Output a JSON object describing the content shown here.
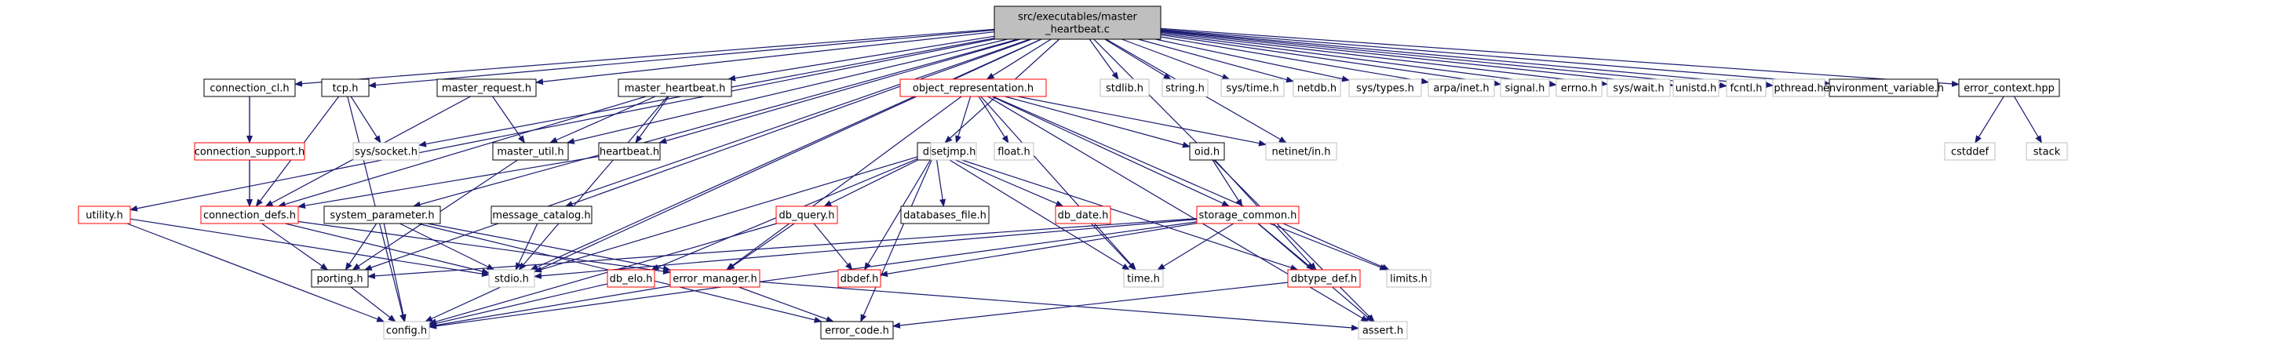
{
  "colors": {
    "edge": "#191970",
    "border_black": "#000000",
    "border_red": "#ff0000",
    "border_gray": "#bfbfbf",
    "root_fill": "#bfbfbf",
    "text_normal": "#000000",
    "text_gray": "#808080"
  },
  "nodes": {
    "root": {
      "lines": [
        "src/executables/master",
        "_heartbeat.c"
      ],
      "style": "root"
    },
    "connection_cl": {
      "lines": [
        "connection_cl.h"
      ],
      "style": "black"
    },
    "tcp": {
      "lines": [
        "tcp.h"
      ],
      "style": "black"
    },
    "master_request": {
      "lines": [
        "master_request.h"
      ],
      "style": "black"
    },
    "master_heartbeat": {
      "lines": [
        "master_heartbeat.h"
      ],
      "style": "black"
    },
    "object_representation": {
      "lines": [
        "object_representation.h"
      ],
      "style": "red"
    },
    "stdlib": {
      "lines": [
        "stdlib.h"
      ],
      "style": "gray"
    },
    "string": {
      "lines": [
        "string.h"
      ],
      "style": "gray"
    },
    "sys_time": {
      "lines": [
        "sys/time.h"
      ],
      "style": "gray"
    },
    "netdb": {
      "lines": [
        "netdb.h"
      ],
      "style": "gray"
    },
    "sys_types": {
      "lines": [
        "sys/types.h"
      ],
      "style": "gray"
    },
    "arpa_inet": {
      "lines": [
        "arpa/inet.h"
      ],
      "style": "gray"
    },
    "signal": {
      "lines": [
        "signal.h"
      ],
      "style": "gray"
    },
    "errno": {
      "lines": [
        "errno.h"
      ],
      "style": "gray"
    },
    "sys_wait": {
      "lines": [
        "sys/wait.h"
      ],
      "style": "gray"
    },
    "unistd": {
      "lines": [
        "unistd.h"
      ],
      "style": "gray"
    },
    "fcntl": {
      "lines": [
        "fcntl.h"
      ],
      "style": "gray"
    },
    "pthread": {
      "lines": [
        "pthread.h"
      ],
      "style": "gray"
    },
    "environment_variable": {
      "lines": [
        "environment_variable.h"
      ],
      "style": "black"
    },
    "error_context": {
      "lines": [
        "error_context.hpp"
      ],
      "style": "black"
    },
    "connection_support": {
      "lines": [
        "connection_support.h"
      ],
      "style": "red"
    },
    "sys_socket": {
      "lines": [
        "sys/socket.h"
      ],
      "style": "gray"
    },
    "master_util": {
      "lines": [
        "master_util.h"
      ],
      "style": "black"
    },
    "heartbeat": {
      "lines": [
        "heartbeat.h"
      ],
      "style": "black"
    },
    "dbi": {
      "lines": [
        "dbi.h"
      ],
      "style": "black"
    },
    "setjmp": {
      "lines": [
        "setjmp.h"
      ],
      "style": "gray"
    },
    "float": {
      "lines": [
        "float.h"
      ],
      "style": "gray"
    },
    "oid": {
      "lines": [
        "oid.h"
      ],
      "style": "black"
    },
    "netinet_in": {
      "lines": [
        "netinet/in.h"
      ],
      "style": "gray"
    },
    "cstddef": {
      "lines": [
        "cstddef"
      ],
      "style": "gray"
    },
    "stack": {
      "lines": [
        "stack"
      ],
      "style": "gray"
    },
    "utility": {
      "lines": [
        "utility.h"
      ],
      "style": "red"
    },
    "connection_defs": {
      "lines": [
        "connection_defs.h"
      ],
      "style": "red"
    },
    "system_parameter": {
      "lines": [
        "system_parameter.h"
      ],
      "style": "black"
    },
    "message_catalog": {
      "lines": [
        "message_catalog.h"
      ],
      "style": "black"
    },
    "db_query": {
      "lines": [
        "db_query.h"
      ],
      "style": "red"
    },
    "databases_file": {
      "lines": [
        "databases_file.h"
      ],
      "style": "black"
    },
    "db_date": {
      "lines": [
        "db_date.h"
      ],
      "style": "red"
    },
    "storage_common": {
      "lines": [
        "storage_common.h"
      ],
      "style": "red"
    },
    "stdio": {
      "lines": [
        "stdio.h"
      ],
      "style": "gray"
    },
    "db_elo": {
      "lines": [
        "db_elo.h"
      ],
      "style": "red"
    },
    "error_manager": {
      "lines": [
        "error_manager.h"
      ],
      "style": "red"
    },
    "dbdef": {
      "lines": [
        "dbdef.h"
      ],
      "style": "red"
    },
    "time": {
      "lines": [
        "time.h"
      ],
      "style": "gray"
    },
    "dbtype_def": {
      "lines": [
        "dbtype_def.h"
      ],
      "style": "red"
    },
    "limits": {
      "lines": [
        "limits.h"
      ],
      "style": "gray"
    },
    "porting": {
      "lines": [
        "porting.h"
      ],
      "style": "black"
    },
    "config": {
      "lines": [
        "config.h"
      ],
      "style": "gray"
    },
    "error_code": {
      "lines": [
        "error_code.h"
      ],
      "style": "black"
    },
    "assert": {
      "lines": [
        "assert.h"
      ],
      "style": "gray"
    }
  },
  "edges": [
    [
      "root",
      "connection_cl"
    ],
    [
      "root",
      "tcp"
    ],
    [
      "root",
      "master_request"
    ],
    [
      "root",
      "master_heartbeat"
    ],
    [
      "root",
      "object_representation"
    ],
    [
      "root",
      "stdlib"
    ],
    [
      "root",
      "string"
    ],
    [
      "root",
      "sys_time"
    ],
    [
      "root",
      "netdb"
    ],
    [
      "root",
      "sys_types"
    ],
    [
      "root",
      "arpa_inet"
    ],
    [
      "root",
      "signal"
    ],
    [
      "root",
      "errno"
    ],
    [
      "root",
      "sys_wait"
    ],
    [
      "root",
      "unistd"
    ],
    [
      "root",
      "fcntl"
    ],
    [
      "root",
      "pthread"
    ],
    [
      "root",
      "environment_variable"
    ],
    [
      "root",
      "error_context"
    ],
    [
      "root",
      "utility"
    ],
    [
      "root",
      "config"
    ],
    [
      "root",
      "porting"
    ],
    [
      "root",
      "sys_socket"
    ],
    [
      "root",
      "master_util"
    ],
    [
      "root",
      "heartbeat"
    ],
    [
      "root",
      "dbi"
    ],
    [
      "root",
      "system_parameter"
    ],
    [
      "root",
      "message_catalog"
    ],
    [
      "root",
      "netinet_in"
    ],
    [
      "root",
      "assert"
    ],
    [
      "root",
      "stdio"
    ],
    [
      "connection_cl",
      "connection_support"
    ],
    [
      "connection_cl",
      "connection_defs"
    ],
    [
      "connection_support",
      "connection_defs"
    ],
    [
      "tcp",
      "sys_socket"
    ],
    [
      "tcp",
      "connection_defs"
    ],
    [
      "tcp",
      "config"
    ],
    [
      "master_request",
      "master_util"
    ],
    [
      "master_request",
      "connection_defs"
    ],
    [
      "master_heartbeat",
      "master_util"
    ],
    [
      "master_heartbeat",
      "heartbeat"
    ],
    [
      "master_heartbeat",
      "connection_defs"
    ],
    [
      "master_heartbeat",
      "stdio"
    ],
    [
      "master_util",
      "porting"
    ],
    [
      "heartbeat",
      "connection_defs"
    ],
    [
      "object_representation",
      "setjmp"
    ],
    [
      "object_representation",
      "float"
    ],
    [
      "object_representation",
      "oid"
    ],
    [
      "object_representation",
      "netinet_in"
    ],
    [
      "object_representation",
      "time"
    ],
    [
      "object_representation",
      "error_manager"
    ],
    [
      "object_representation",
      "storage_common"
    ],
    [
      "object_representation",
      "limits"
    ],
    [
      "object_representation",
      "assert"
    ],
    [
      "dbi",
      "db_query"
    ],
    [
      "dbi",
      "databases_file"
    ],
    [
      "dbi",
      "db_date"
    ],
    [
      "dbi",
      "dbdef"
    ],
    [
      "dbi",
      "time"
    ],
    [
      "dbi",
      "stdio"
    ],
    [
      "dbi",
      "db_elo"
    ],
    [
      "dbi",
      "dbtype_def"
    ],
    [
      "dbi",
      "error_code"
    ],
    [
      "oid",
      "storage_common"
    ],
    [
      "oid",
      "dbtype_def"
    ],
    [
      "error_context",
      "cstddef"
    ],
    [
      "error_context",
      "stack"
    ],
    [
      "utility",
      "config"
    ],
    [
      "utility",
      "stdio"
    ],
    [
      "connection_defs",
      "porting"
    ],
    [
      "connection_defs",
      "stdio"
    ],
    [
      "connection_defs",
      "error_manager"
    ],
    [
      "system_parameter",
      "porting"
    ],
    [
      "system_parameter",
      "stdio"
    ],
    [
      "system_parameter",
      "error_manager"
    ],
    [
      "system_parameter",
      "config"
    ],
    [
      "system_parameter",
      "error_code"
    ],
    [
      "message_catalog",
      "stdio"
    ],
    [
      "db_query",
      "error_manager"
    ],
    [
      "db_query",
      "dbdef"
    ],
    [
      "db_query",
      "config"
    ],
    [
      "db_date",
      "time"
    ],
    [
      "storage_common",
      "porting"
    ],
    [
      "storage_common",
      "stdio"
    ],
    [
      "storage_common",
      "dbdef"
    ],
    [
      "storage_common",
      "time"
    ],
    [
      "storage_common",
      "dbtype_def"
    ],
    [
      "storage_common",
      "limits"
    ],
    [
      "storage_common",
      "config"
    ],
    [
      "storage_common",
      "assert"
    ],
    [
      "porting",
      "config"
    ],
    [
      "db_elo",
      "config"
    ],
    [
      "error_manager",
      "config"
    ],
    [
      "error_manager",
      "error_code"
    ],
    [
      "error_manager",
      "assert"
    ],
    [
      "dbtype_def",
      "error_code"
    ]
  ]
}
